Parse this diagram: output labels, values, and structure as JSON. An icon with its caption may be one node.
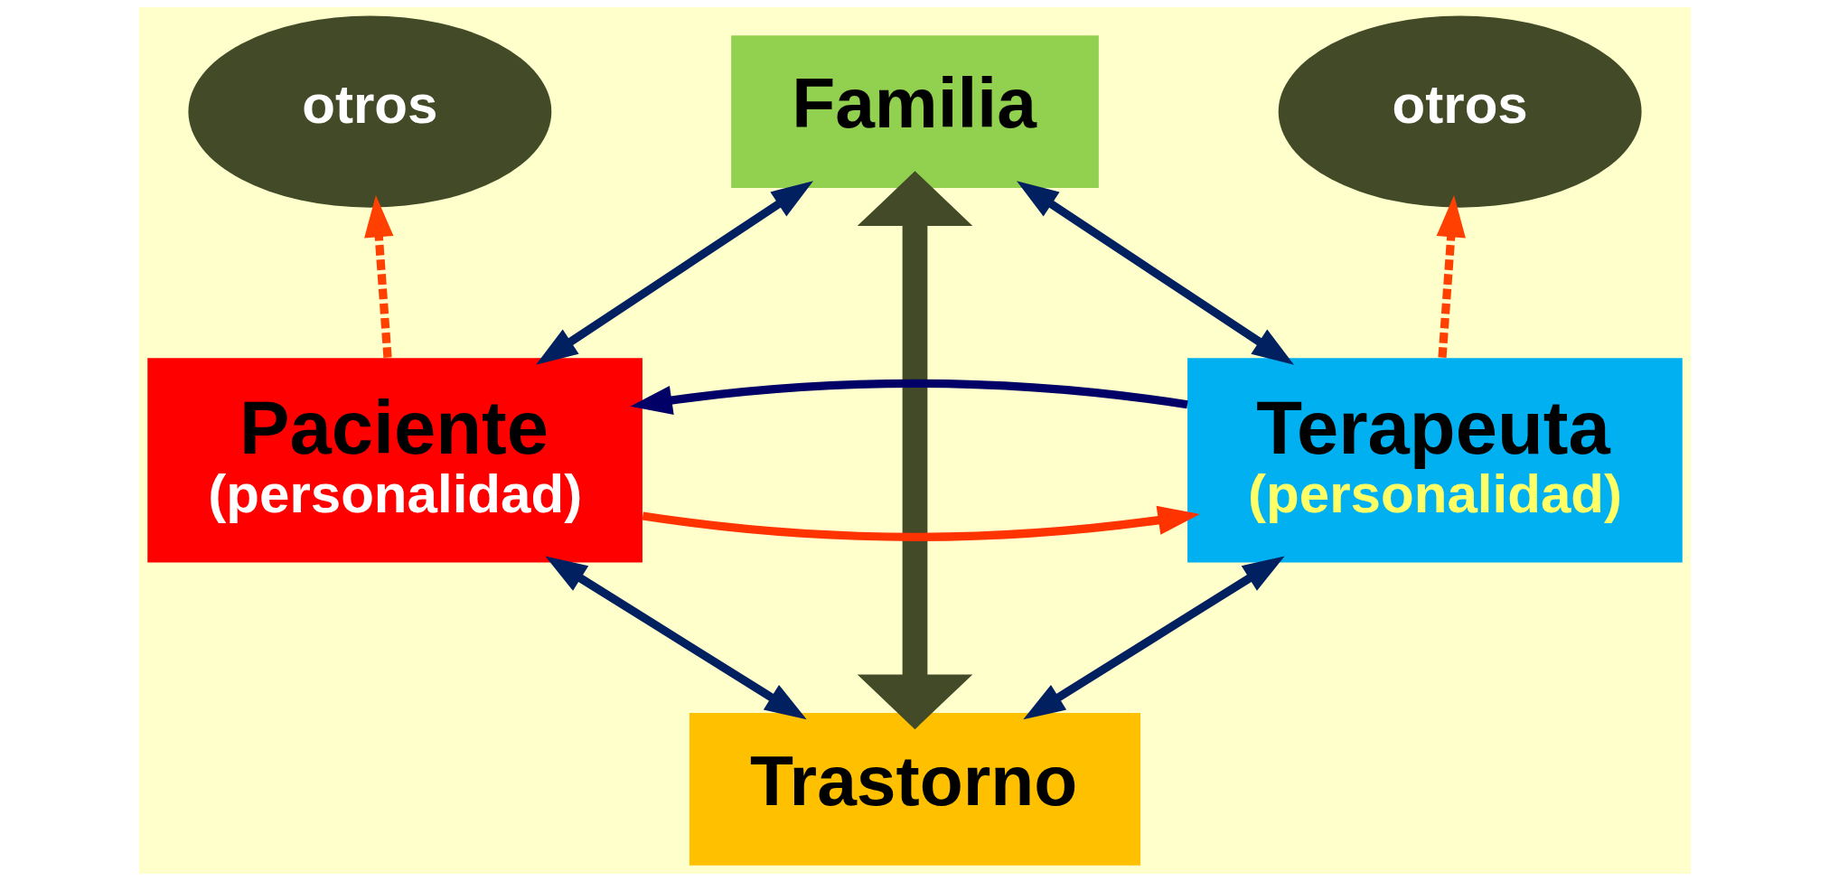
{
  "diagram": {
    "nodes": [
      {
        "text": [
          "otros"
        ]
      },
      {
        "text": [
          "Familia"
        ]
      },
      {
        "text": [
          "otros"
        ]
      },
      {
        "text": [
          "Paciente",
          "(personalidad)"
        ]
      },
      {
        "text": [
          "Terapeuta",
          "(personalidad)"
        ]
      },
      {
        "text": [
          "Trastorno"
        ]
      }
    ],
    "edges": [
      {
        "from": 3,
        "to": 1,
        "arrow": "both"
      },
      {
        "from": 1,
        "to": 4,
        "arrow": "both"
      },
      {
        "from": 3,
        "to": 0,
        "arrow": "to",
        "style": "dashed",
        "color": "#ff4000"
      },
      {
        "from": 4,
        "to": 2,
        "arrow": "to",
        "style": "dashed",
        "color": "#ff4000"
      },
      {
        "from": 1,
        "to": 5,
        "arrow": "both",
        "style": "thick",
        "color": "#434a27"
      },
      {
        "from": 3,
        "to": 4,
        "arrow": "to",
        "color": "#ff3300"
      },
      {
        "from": 4,
        "to": 3,
        "arrow": "to",
        "color": "#000066"
      },
      {
        "from": 3,
        "to": 5,
        "arrow": "both"
      },
      {
        "from": 5,
        "to": 4,
        "arrow": "both"
      }
    ]
  }
}
